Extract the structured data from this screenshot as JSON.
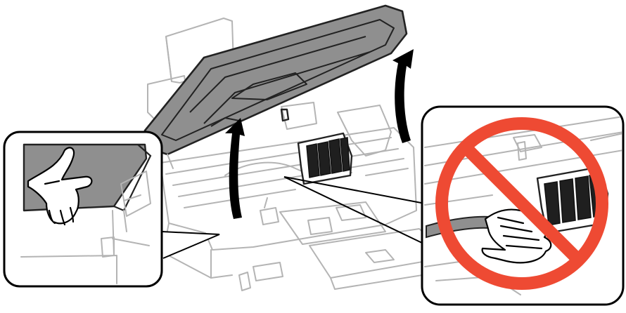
{
  "illustration": {
    "subject": "printer-scanner-unit-open",
    "main_arrows": [
      "up-arrow",
      "up-arrow"
    ],
    "callouts": {
      "left": "hand-lifting-scanner-unit",
      "right": "do-not-touch-flat-cable"
    },
    "prohibition_color": "#EE4A33",
    "lid_color": "#8F8F8F",
    "line_color": "#B4B4B4",
    "outline_color": "#000000"
  }
}
